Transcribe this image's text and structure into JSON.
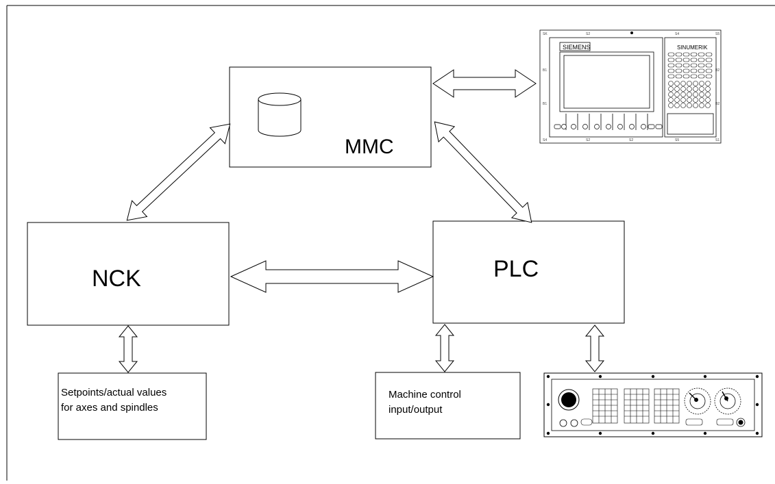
{
  "blocks": {
    "mmc": {
      "label": "MMC"
    },
    "nck": {
      "label": "NCK"
    },
    "plc": {
      "label": "PLC"
    }
  },
  "io_boxes": {
    "setpoints": {
      "line1": "Setpoints/actual values",
      "line2": "for axes and spindles"
    },
    "machine": {
      "line1": "Machine control",
      "line2": "input/output"
    }
  },
  "operator_panel": {
    "brand": "SIEMENS",
    "product": "SINUMERIK"
  },
  "machine_panel": {}
}
